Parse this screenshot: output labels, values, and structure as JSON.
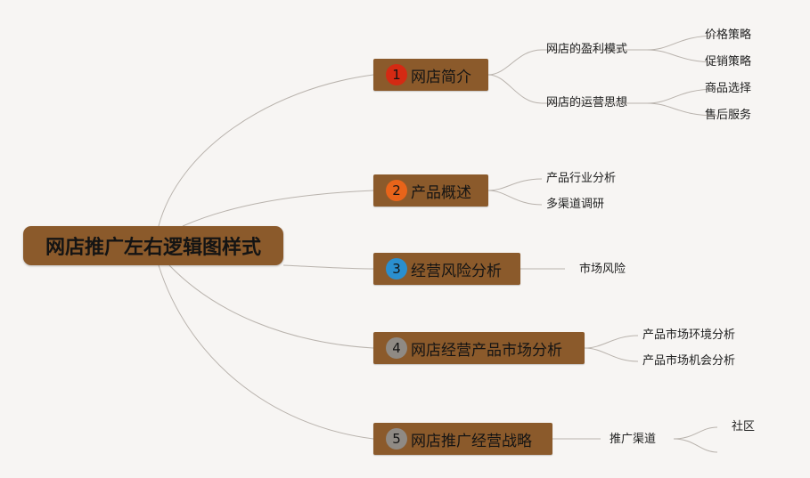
{
  "root": {
    "label": "网店推广左右逻辑图样式"
  },
  "branches": [
    {
      "number": "1",
      "label": "网店简介",
      "badge_color": "#d42a13",
      "children": [
        {
          "label": "网店的盈利模式",
          "children": [
            "价格策略",
            "促销策略"
          ]
        },
        {
          "label": "网店的运营思想",
          "children": [
            "商品选择",
            "售后服务"
          ]
        }
      ]
    },
    {
      "number": "2",
      "label": "产品概述",
      "badge_color": "#e8641a",
      "children": [
        {
          "label": "产品行业分析"
        },
        {
          "label": "多渠道调研"
        }
      ]
    },
    {
      "number": "3",
      "label": "经营风险分析",
      "badge_color": "#2a8fcf",
      "children": [
        {
          "label": "市场风险"
        }
      ]
    },
    {
      "number": "4",
      "label": "网店经营产品市场分析",
      "badge_color": "#8f8a84",
      "children": [
        {
          "label": "产品市场环境分析"
        },
        {
          "label": "产品市场机会分析"
        }
      ]
    },
    {
      "number": "5",
      "label": "网店推广经营战略",
      "badge_color": "#8f8a84",
      "children": [
        {
          "label": "推广渠道",
          "children": [
            "社区",
            ""
          ]
        }
      ]
    }
  ]
}
